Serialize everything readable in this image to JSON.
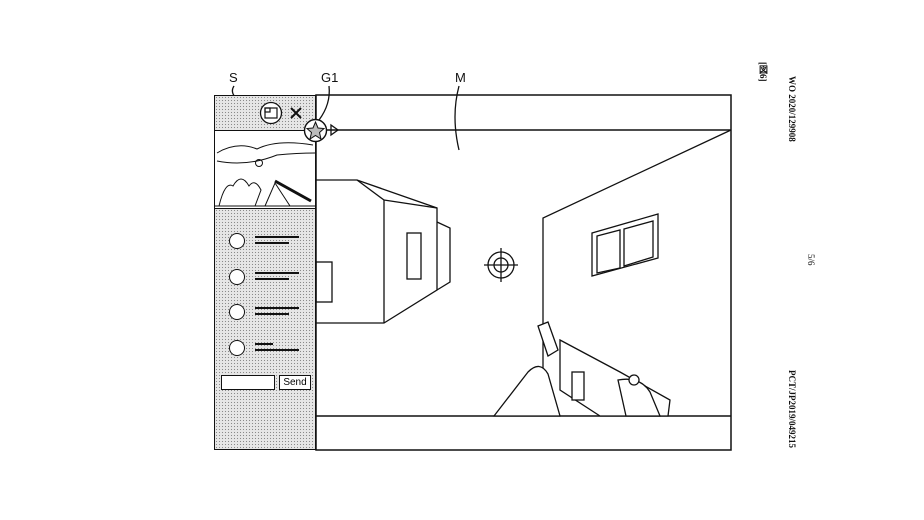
{
  "labels": {
    "side_panel": "S",
    "guide_icon": "G1",
    "main_screen": "M"
  },
  "margin_text": {
    "figure": "[図6]",
    "pub_number": "WO 2020/129908",
    "page": "5/6",
    "app_number": "PCT/JP2019/049215"
  },
  "side_panel": {
    "chat_items": [
      {
        "lines": 2
      },
      {
        "lines": 2
      },
      {
        "lines": 2
      },
      {
        "lines": 2
      }
    ],
    "message_input": {
      "value": "",
      "placeholder": ""
    },
    "send_label": "Send"
  },
  "icons": {
    "screen_toggle": "picture-in-picture-icon",
    "close": "close-icon",
    "guide": "star-icon",
    "expand": "triangle-right-icon",
    "crosshair": "crosshair-icon"
  }
}
